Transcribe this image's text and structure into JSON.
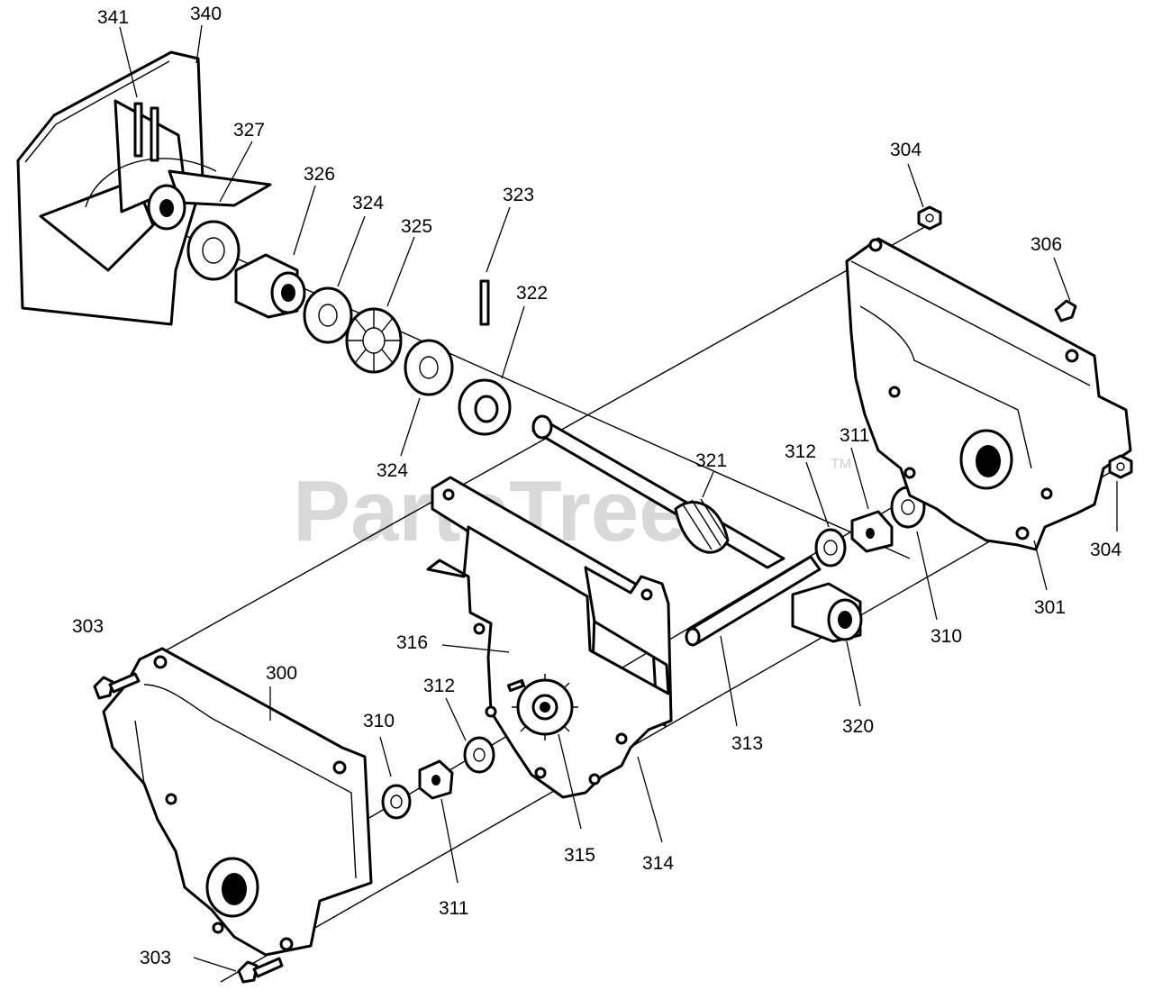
{
  "watermark": {
    "text": "PartsTree",
    "trademark": "TM"
  },
  "callouts": {
    "c341": "341",
    "c340": "340",
    "c327": "327",
    "c326": "326",
    "c324a": "324",
    "c325": "325",
    "c323": "323",
    "c322": "322",
    "c324b": "324",
    "c304a": "304",
    "c306": "306",
    "c321": "321",
    "c312a": "312",
    "c311a": "311",
    "c304b": "304",
    "c301": "301",
    "c310a": "310",
    "c303a": "303",
    "c300": "300",
    "c316": "316",
    "c312b": "312",
    "c310b": "310",
    "c313": "313",
    "c320": "320",
    "c315": "315",
    "c314": "314",
    "c311b": "311",
    "c303b": "303"
  }
}
